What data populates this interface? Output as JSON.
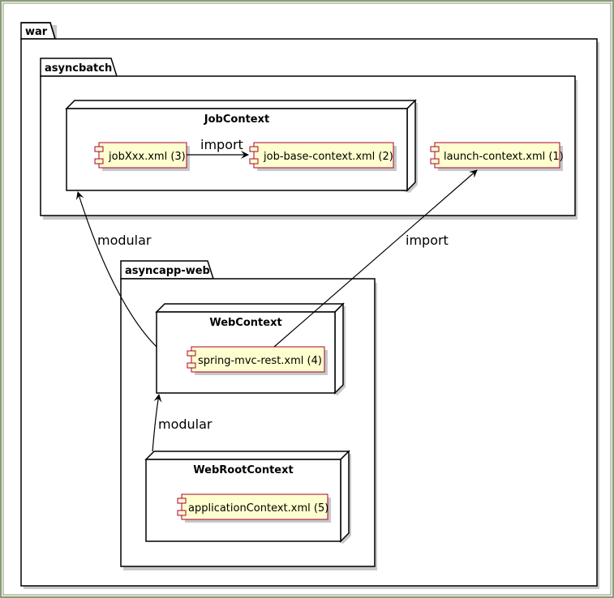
{
  "packages": {
    "war": "war",
    "asyncbatch": "asyncbatch",
    "asyncapp_web": "asyncapp-web"
  },
  "nodes": {
    "job_context": "JobContext",
    "web_context": "WebContext",
    "web_root_context": "WebRootContext"
  },
  "components": {
    "jobxxx": "jobXxx.xml (3)",
    "job_base": "job-base-context.xml (2)",
    "launch": "launch-context.xml (1)",
    "spring_mvc": "spring-mvc-rest.xml (4)",
    "app_context": "applicationContext.xml (5)"
  },
  "edges": {
    "import_job": "import",
    "modular_job": "modular",
    "import_launch": "import",
    "modular_web": "modular"
  },
  "colors": {
    "component_fill": "#FEFECE",
    "component_stroke": "#A80036",
    "shadow": "#c8c8c8",
    "outer_frame": "#8a9a7a",
    "outer_bg": "#f2f2ea"
  }
}
